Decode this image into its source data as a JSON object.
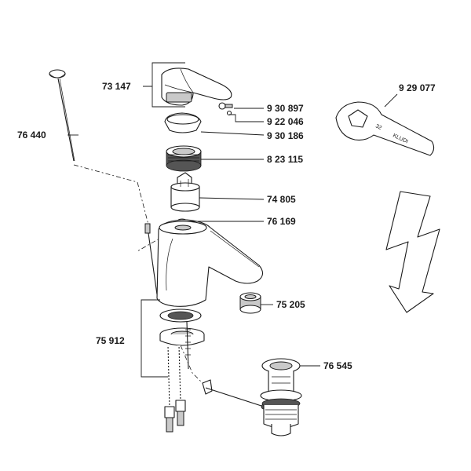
{
  "diagram": {
    "part_numbers": {
      "p73147": "73 147",
      "p76440": "76 440",
      "p930897": "9 30 897",
      "p922046": "9 22 046",
      "p930186": "9 30 186",
      "p823115": "8 23 115",
      "p74805": "74 805",
      "p76169": "76 169",
      "p75205": "75 205",
      "p75912": "75 912",
      "p76545": "76 545",
      "p929077": "9 29 077"
    },
    "wrench": {
      "size_engraving": "32",
      "brand_engraving": "KLUDI"
    }
  }
}
